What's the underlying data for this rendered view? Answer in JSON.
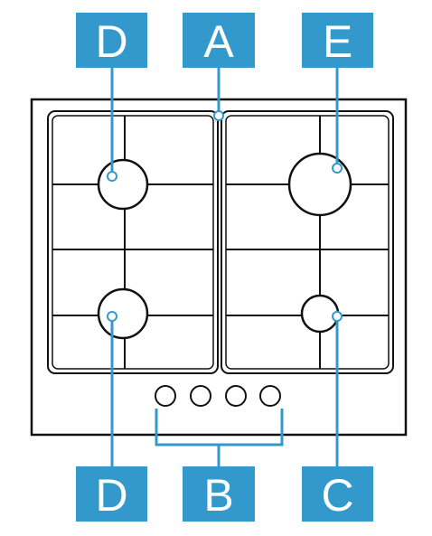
{
  "labels": {
    "top_left": "D",
    "top_center": "A",
    "top_right": "E",
    "bottom_left": "D",
    "bottom_center": "B",
    "bottom_right": "C"
  },
  "colors": {
    "label_box": "#3399cc",
    "label_text": "#ffffff",
    "line": "#111111",
    "leader": "#3399cc"
  }
}
